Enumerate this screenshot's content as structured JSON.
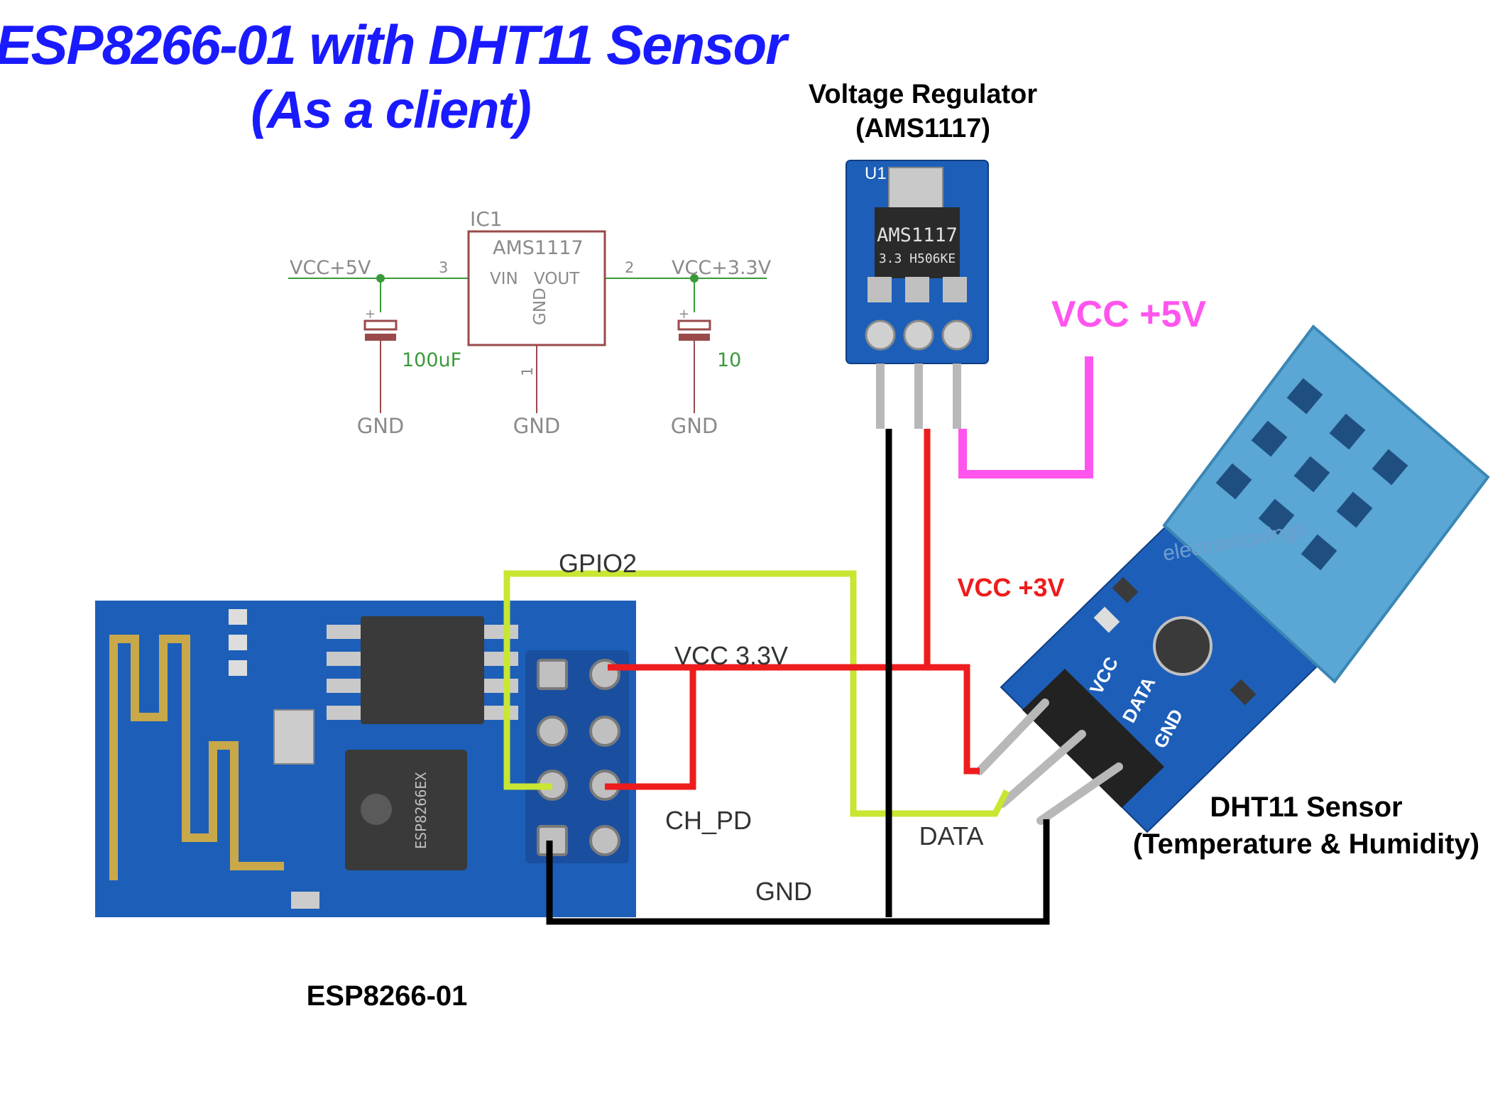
{
  "title": {
    "line1": "ESP8266-01  with DHT11 Sensor",
    "line2": "(As a client)",
    "color": "#1a1aff"
  },
  "regulator": {
    "heading1": "Voltage Regulator",
    "heading2": "(AMS1117)",
    "board_label": "U1",
    "chip_line1": "AMS1117",
    "chip_line2": "3.3  H506KE"
  },
  "schematic": {
    "ic_ref": "IC1",
    "ic_name": "AMS1117",
    "vin": "VIN",
    "vout": "VOUT",
    "gnd_pin": "GND",
    "pin3": "3",
    "pin2": "2",
    "pin1": "1",
    "net_in": "VCC+5V",
    "net_out": "VCC+3.3V",
    "cap_in": "100uF",
    "cap_out": "10",
    "plus": "+",
    "gnd1": "GND",
    "gnd2": "GND",
    "gnd3": "GND"
  },
  "wires": {
    "vcc5": "VCC +5V",
    "vcc3": "VCC +3V",
    "gpio2": "GPIO2",
    "vcc33": "VCC 3.3V",
    "ch_pd": "CH_PD",
    "data": "DATA",
    "gnd": "GND"
  },
  "colors": {
    "vcc5_wire": "#ff55ee",
    "vcc3_wire": "#ee1c1c",
    "gpio_wire": "#c8e632",
    "gnd_wire": "#000000",
    "pcb_blue": "#1d5fb8",
    "sensor_blue": "#5aa6d4"
  },
  "esp": {
    "label": "ESP8266-01",
    "chip_text": "ESP8266EX"
  },
  "dht": {
    "label1": "DHT11 Sensor",
    "label2": "(Temperature & Humidity)",
    "pin_vcc": "VCC",
    "pin_data": "DATA",
    "pin_gnd": "GND",
    "watermark": "electronicwings"
  }
}
